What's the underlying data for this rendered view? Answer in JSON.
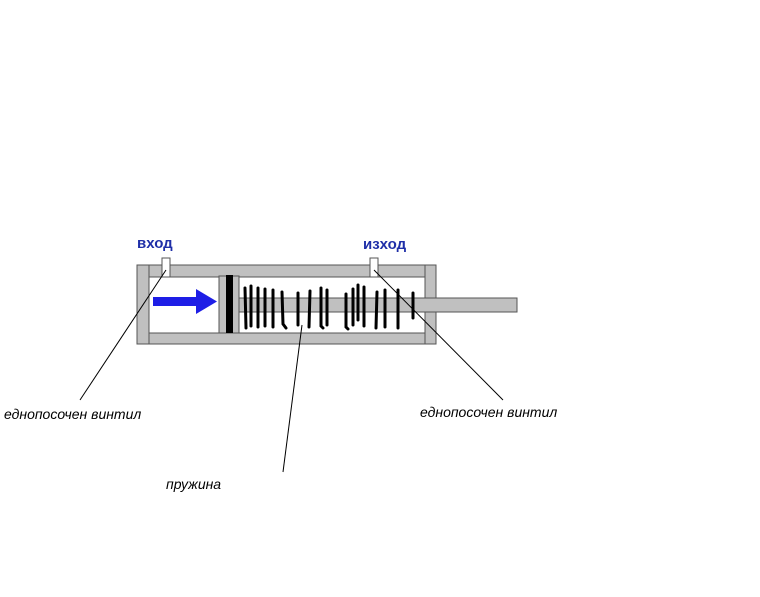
{
  "labels": {
    "inlet": "вход",
    "outlet": "изход",
    "valve_left": "еднопосочен винтил",
    "valve_right": "еднопосочен винтил",
    "spring": "пружина"
  },
  "colors": {
    "housing": "#c0c0c0",
    "housing_edge": "#555555",
    "arrow": "#1e1ee6",
    "label_blue": "#1f2fa8",
    "spring": "#000000",
    "rod": "#c0c0c0",
    "piston": "#c0c0c0"
  },
  "icons": {
    "flow_arrow": "right-arrow-icon"
  }
}
